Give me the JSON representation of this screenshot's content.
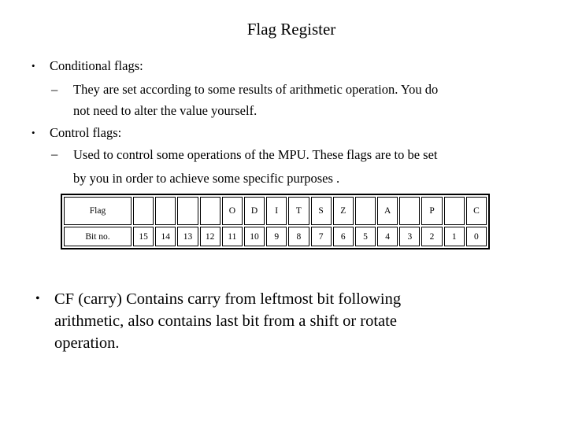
{
  "slide": {
    "title": "Flag Register",
    "bullet_char": "•",
    "dash_char": "–",
    "bullets": [
      {
        "label": "Conditional flags:",
        "sub_lines": [
          "They are set according to some results of arithmetic operation. You do",
          "not need to alter the value yourself."
        ]
      },
      {
        "label": "Control flags:",
        "sub_lines": [
          "Used to control some operations of the MPU. These flags are to be set",
          "by you in order to achieve some specific purposes ."
        ]
      }
    ],
    "table": {
      "row_labels": [
        "Flag",
        "Bit no."
      ],
      "flag_cells": [
        "",
        "",
        "",
        "",
        "O",
        "D",
        "I",
        "T",
        "S",
        "Z",
        "",
        "A",
        "",
        "P",
        "",
        "C"
      ],
      "bit_cells": [
        "15",
        "14",
        "13",
        "12",
        "11",
        "10",
        "9",
        "8",
        "7",
        "6",
        "5",
        "4",
        "3",
        "2",
        "1",
        "0"
      ]
    },
    "bottom_bullet_lines": [
      "CF (carry) Contains carry from leftmost bit following",
      "arithmetic, also contains last bit from a shift or rotate",
      "operation."
    ],
    "colors": {
      "background": "#ffffff",
      "text": "#000000",
      "table_border": "#000000"
    }
  }
}
